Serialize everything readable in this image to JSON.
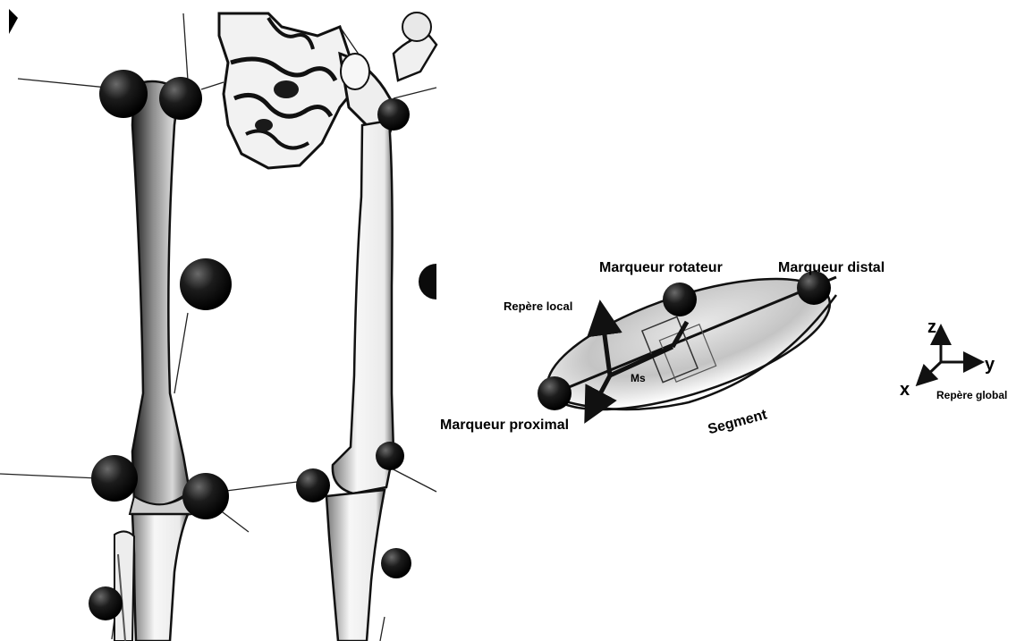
{
  "labels": {
    "rotator_marker": "Marqueur rotateur",
    "distal_marker": "Marqueur distal",
    "proximal_marker": "Marqueur proximal",
    "local_frame": "Repère local",
    "segment": "Segment",
    "ms": "Ms",
    "global_frame": "Repère global"
  },
  "global_axes": {
    "z": "z",
    "y": "y",
    "x": "x"
  },
  "colors": {
    "marker": "#0d0d0d",
    "bone": "#f4f4f4",
    "line": "#111111"
  }
}
